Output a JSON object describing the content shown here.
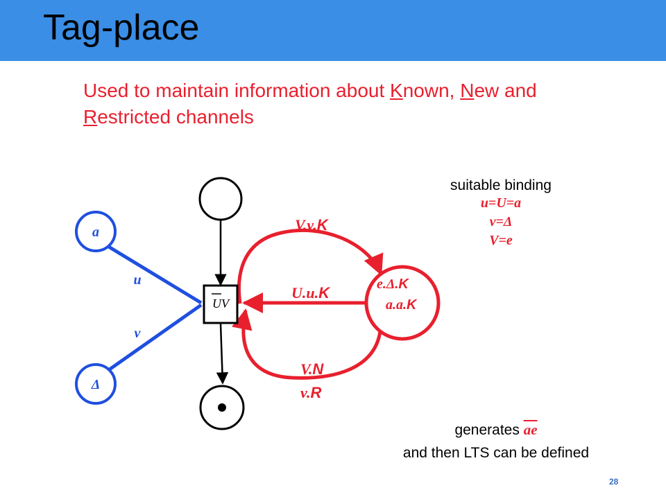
{
  "slide": {
    "title": "Tag-place",
    "subtitle": {
      "part1": "Used to maintain information about ",
      "k_letter": "K",
      "part2": "nown, ",
      "n_letter": "N",
      "part3": "ew and ",
      "r_letter": "R",
      "part4": "estricted channels"
    },
    "page_number": "28"
  },
  "diagram": {
    "node_a": "a",
    "node_delta": "Δ",
    "arc_u": "u",
    "arc_v": "v",
    "transition_label": "UV",
    "arc_top": {
      "var": "V.v.",
      "const": "K"
    },
    "arc_middle": {
      "var": "U.u.",
      "const": "K"
    },
    "arc_bottom_line1": {
      "var": "V.",
      "const": "N"
    },
    "arc_bottom_line2": {
      "var": "v.",
      "const": "R"
    },
    "tag_place_line1": {
      "var": "e.Δ.",
      "const": "K"
    },
    "tag_place_line2": {
      "var": "a.a.",
      "const": "K"
    },
    "colors": {
      "blue": "#1f4fe0",
      "red": "#e8202e",
      "black": "#000000"
    }
  },
  "binding": {
    "heading": "suitable binding",
    "eq1": "u=U=a",
    "eq2": "v=Δ",
    "eq3": "V=e"
  },
  "footer": {
    "generates": "generates ",
    "ae": "ae",
    "line2": "and then LTS can be defined"
  }
}
